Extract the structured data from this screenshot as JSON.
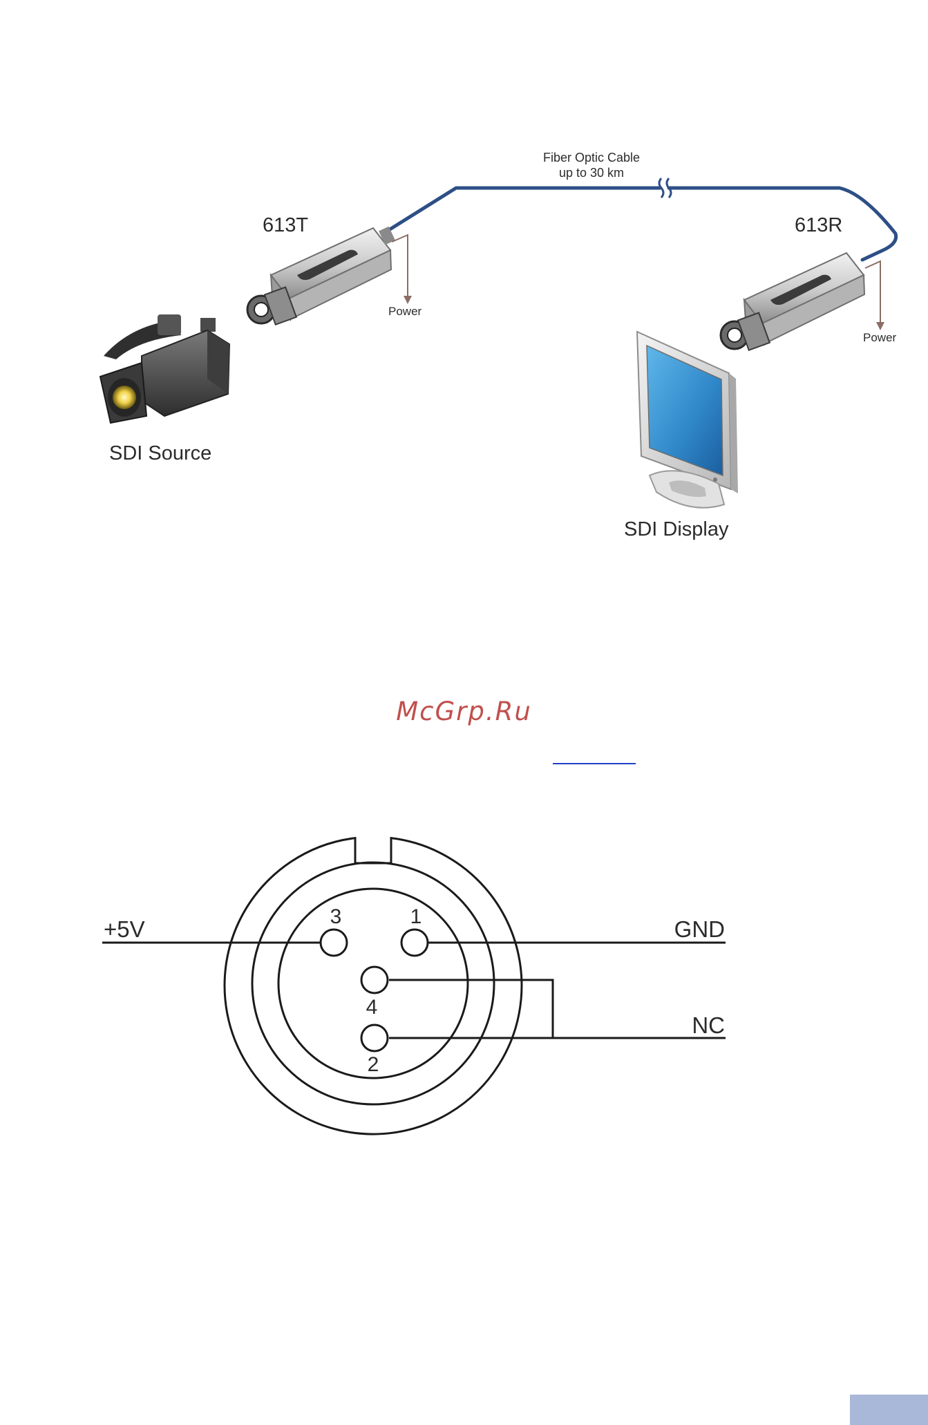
{
  "connection_diagram": {
    "cable_label_line1": "Fiber Optic Cable",
    "cable_label_line2": "up to 30 km",
    "transmitter_label": "613T",
    "receiver_label": "613R",
    "power_label_tx": "Power",
    "power_label_rx": "Power",
    "source_label": "SDI Source",
    "display_label": "SDI Display",
    "cable_color": "#2d4f86",
    "power_arrow_color": "#8a6e66"
  },
  "watermark": {
    "text": "McGrp.Ru",
    "color": "#c0504d"
  },
  "pinout_diagram": {
    "left_label": "+5V",
    "right_label_top": "GND",
    "right_label_bottom": "NC",
    "pins": [
      {
        "number": "3"
      },
      {
        "number": "1"
      },
      {
        "number": "4"
      },
      {
        "number": "2"
      }
    ]
  },
  "colors": {
    "page_tab": "#a9b8d9"
  }
}
